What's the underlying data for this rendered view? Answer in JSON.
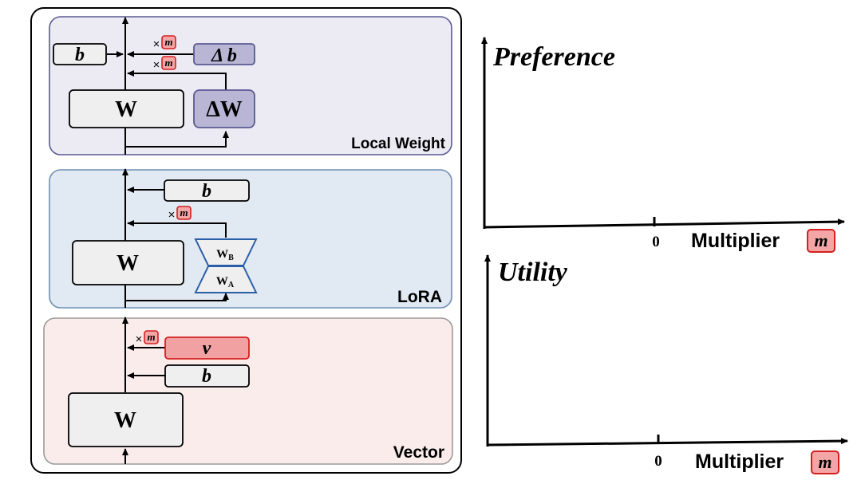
{
  "panels": {
    "local_weight": {
      "label": "Local Weight"
    },
    "lora": {
      "label": "LoRA"
    },
    "vector": {
      "label": "Vector"
    }
  },
  "blocks": {
    "weight": "W",
    "bias": "b",
    "delta_bias": "Δ b",
    "delta_weight": "ΔW",
    "lora_b": "W",
    "lora_b_sub": "B",
    "lora_a": "W",
    "lora_a_sub": "A",
    "vector": "v"
  },
  "multiplier": {
    "times": "×",
    "symbol": "m"
  },
  "plots": {
    "top": {
      "ylabel": "Preference",
      "zero_tick": "0",
      "xlabel": "Multiplier"
    },
    "bottom": {
      "ylabel": "Utility",
      "zero_tick": "0",
      "xlabel": "Multiplier"
    }
  },
  "colors": {
    "local_weight_bg": "#ecebf4",
    "local_weight_border": "#5b5a92",
    "lora_bg": "#e1e9f2",
    "lora_border": "#6f8fb3",
    "vector_bg": "#fbecec",
    "vector_border": "#9a9a9a",
    "block_fill": "#efefef",
    "delta_fill": "#b9b5d4",
    "vector_fill": "#f1a1a1",
    "multiplier_fill": "#f4a6a6",
    "multiplier_border": "#d42020",
    "lora_trap_stroke": "#2a5fa8"
  }
}
